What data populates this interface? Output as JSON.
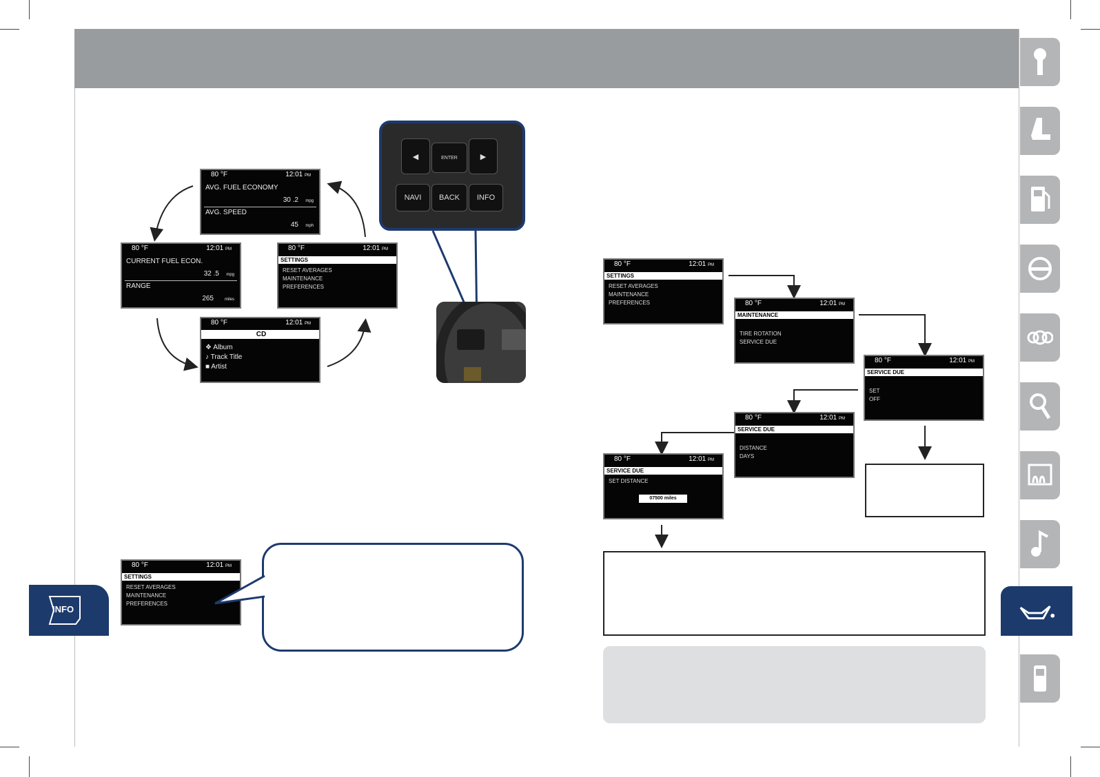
{
  "screen": {
    "temp": "80 °F",
    "time": "12:01",
    "pm": "PM"
  },
  "trip_screen": {
    "line1": "AVG. FUEL ECONOMY",
    "val1": "30 .2",
    "unit1": "mpg",
    "line2": "AVG. SPEED",
    "val2": "45",
    "unit2": "mph"
  },
  "current_screen": {
    "line1": "CURRENT FUEL ECON.",
    "val1": "32 .5",
    "unit1": "mpg",
    "line2": "RANGE",
    "val2": "265",
    "unit2": "miles"
  },
  "cd_screen": {
    "title": "CD",
    "album": "Album",
    "track": "Track Title",
    "artist": "Artist"
  },
  "settings_menu": {
    "title": "SETTINGS",
    "items": [
      "RESET AVERAGES",
      "MAINTENANCE",
      "PREFERENCES"
    ]
  },
  "maintenance_menu": {
    "title": "MAINTENANCE",
    "items": [
      "TIRE ROTATION",
      "SERVICE DUE"
    ]
  },
  "service_due_menu": {
    "title": "SERVICE DUE",
    "items": [
      "SET",
      "OFF"
    ]
  },
  "service_due_set": {
    "title": "SERVICE DUE",
    "items": [
      "DISTANCE",
      "DAYS"
    ]
  },
  "service_distance": {
    "title": "SERVICE DUE",
    "label": "SET DISTANCE",
    "value": "07500 miles"
  },
  "steering_buttons": {
    "enter": "ENTER",
    "navi": "NAVI",
    "back": "BACK",
    "info": "INFO"
  },
  "side_tab": {
    "info": "INFO"
  },
  "colors": {
    "header": "#999c9e",
    "accent": "#1c3a6b",
    "tab": "#b3b5b7"
  }
}
